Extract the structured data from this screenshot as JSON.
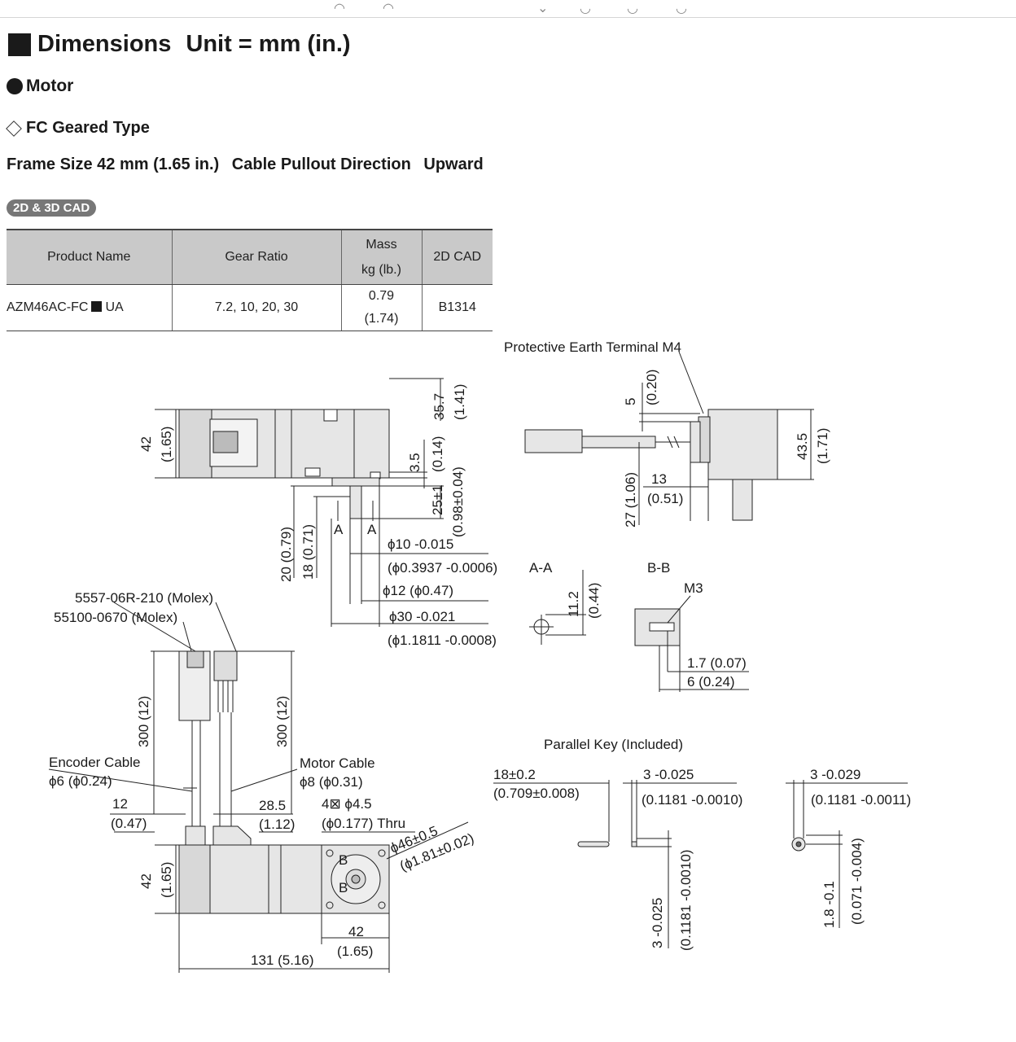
{
  "header": {
    "title": "Dimensions",
    "unit": "Unit = mm (in.)",
    "section": "Motor",
    "subsection": "FC Geared Type",
    "frame_size": "Frame Size 42 mm (1.65 in.)",
    "cable_direction": "Cable Pullout Direction",
    "cable_direction_value": "Upward",
    "cad_badge": "2D & 3D CAD"
  },
  "spec_table": {
    "columns": [
      "Product Name",
      "Gear Ratio",
      "Mass",
      "kg (lb.)",
      "2D CAD"
    ],
    "row": {
      "product_prefix": "AZM46AC-FC",
      "product_suffix": "UA",
      "gear_ratio": "7.2, 10, 20, 30",
      "mass_kg": "0.79",
      "mass_lb": "(1.74)",
      "cad": "B1314"
    }
  },
  "drawing_labels": {
    "pe_terminal": "Protective Earth Terminal M4",
    "connector_1": "5557-06R-210 (Molex)",
    "connector_2": "55100-0670 (Molex)",
    "encoder_cable": "Encoder Cable",
    "encoder_dia": "ϕ6 (ϕ0.24)",
    "motor_cable": "Motor Cable",
    "motor_dia": "ϕ8 (ϕ0.31)",
    "section_aa": "A-A",
    "section_bb": "B-B",
    "m3": "M3",
    "parallel_key": "Parallel Key (Included)",
    "mounting_holes": "4⊠ ϕ4.5",
    "mounting_holes_in": "(ϕ0.177) Thru",
    "pcd": "ϕ46±0.5",
    "pcd_in": "(ϕ1.81±0.02)"
  },
  "dimensions": {
    "d42": "42",
    "d42_in": "(1.65)",
    "d35_7": "35.7",
    "d35_7_in": "(1.41)",
    "d3_5": "3.5",
    "d3_5_in": "(0.14)",
    "d25": "25±1",
    "d25_in": "(0.98±0.04)",
    "d20": "20 (0.79)",
    "d18": "18 (0.71)",
    "d10": "ϕ10 -0.015",
    "d10_in": "(ϕ0.3937 -0.0006)",
    "d12": "ϕ12 (ϕ0.47)",
    "d30": "ϕ30 -0.021",
    "d30_in": "(ϕ1.1811 -0.0008)",
    "d5": "5",
    "d5_in": "(0.20)",
    "d43_5": "43.5",
    "d43_5_in": "(1.71)",
    "d13": "13",
    "d13_in": "(0.51)",
    "d27": "27 (1.06)",
    "d11_2": "11.2",
    "d11_2_in": "(0.44)",
    "d1_7": "1.7 (0.07)",
    "d6": "6 (0.24)",
    "d300a": "300 (12)",
    "d300b": "300 (12)",
    "d12b": "12",
    "d12b_in": "(0.47)",
    "d28_5": "28.5",
    "d28_5_in": "(1.12)",
    "d42b": "42",
    "d42b_in": "(1.65)",
    "d42c": "42",
    "d42c_in": "(1.65)",
    "d131": "131 (5.16)",
    "key_len": "18±0.2",
    "key_len_in": "(0.709±0.008)",
    "key_w": "3 -0.025",
    "key_w_in": "(0.1181 -0.0010)",
    "key_w2": "3 -0.029",
    "key_w2_in": "(0.1181 -0.0011)",
    "key_h": "3 -0.025",
    "key_h_in": "(0.1181 -0.0010)",
    "key_h2": "1.8 -0.1",
    "key_h2_in": "(0.071 -0.004)"
  }
}
